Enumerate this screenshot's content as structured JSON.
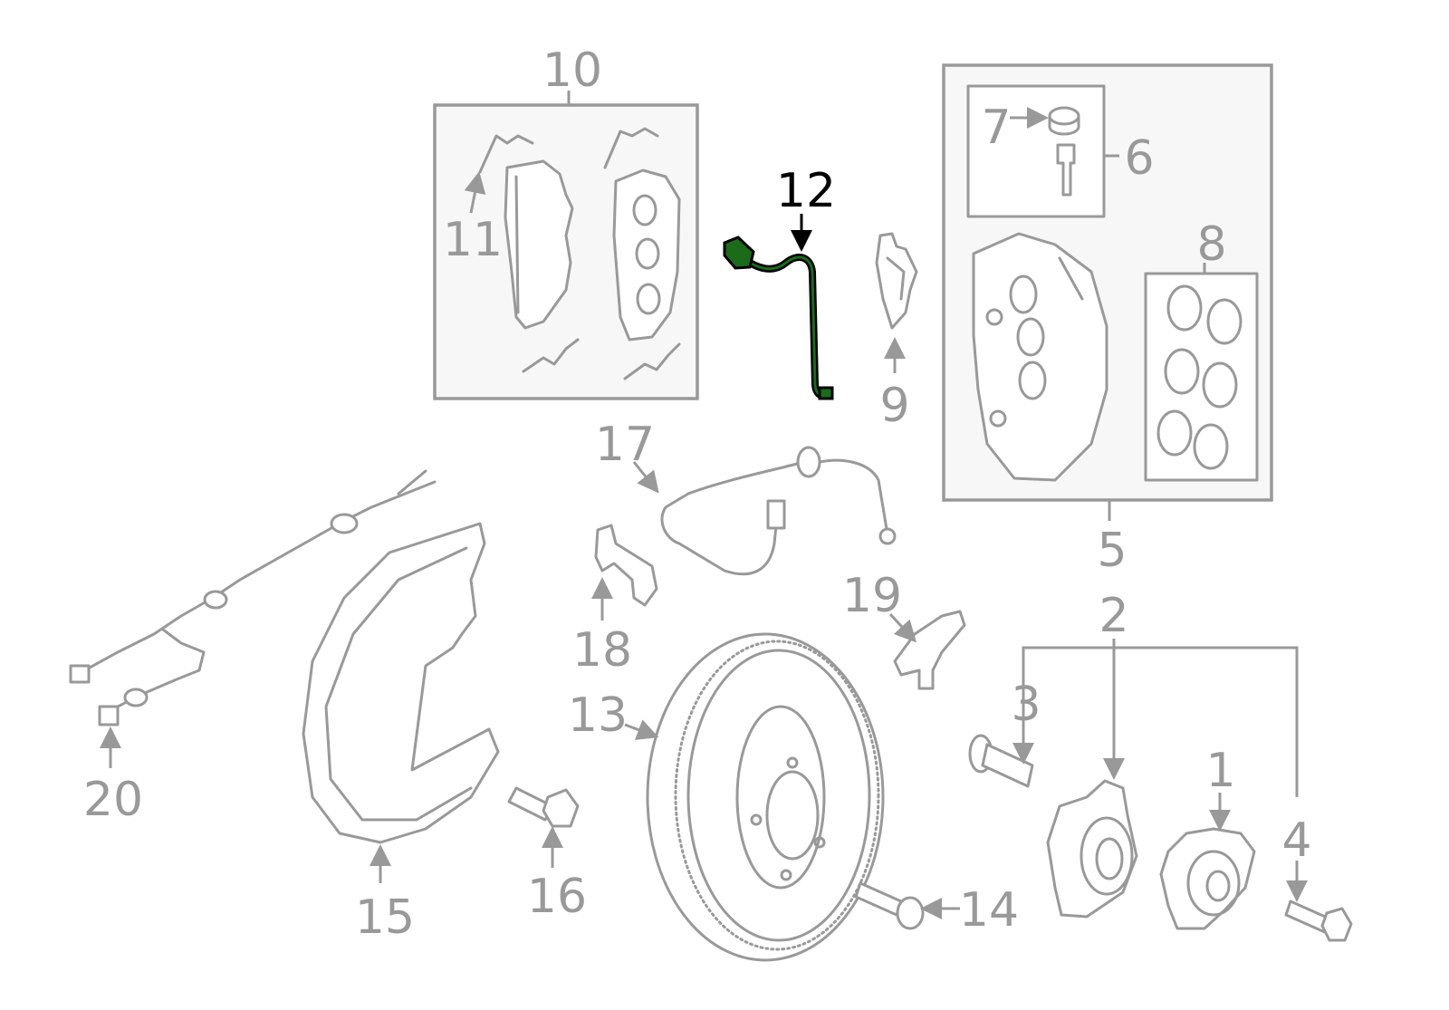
{
  "diagram": {
    "highlight_color": "#1a6b1a",
    "selected_part": "12",
    "labels": {
      "p1": "1",
      "p2": "2",
      "p3": "3",
      "p4": "4",
      "p5": "5",
      "p6": "6",
      "p7": "7",
      "p8": "8",
      "p9": "9",
      "p10": "10",
      "p11": "11",
      "p12": "12",
      "p13": "13",
      "p14": "14",
      "p15": "15",
      "p16": "16",
      "p17": "17",
      "p18": "18",
      "p19": "19",
      "p20": "20"
    }
  }
}
